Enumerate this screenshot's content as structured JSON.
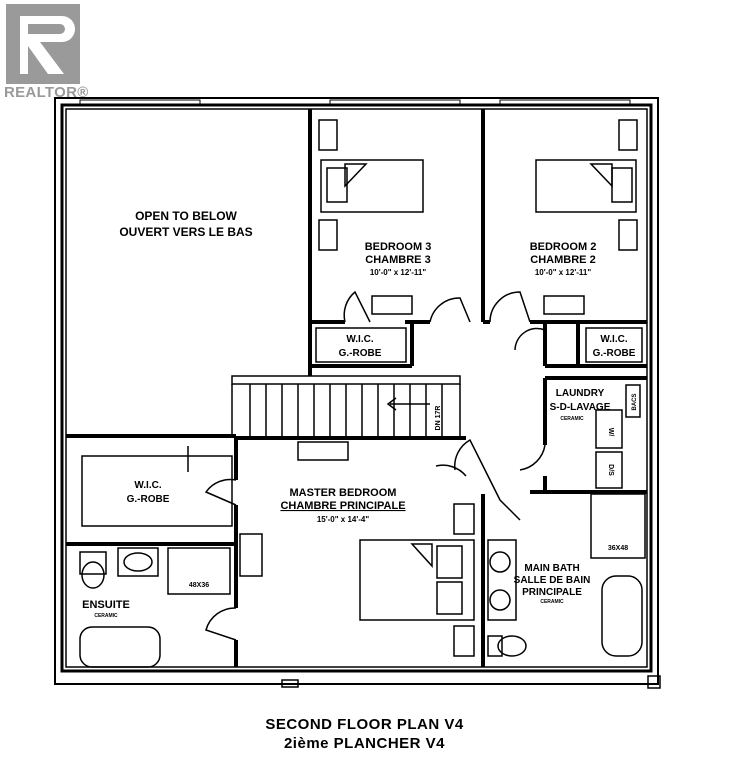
{
  "watermark": {
    "text": "REALTOR®",
    "color": "#9a9a9a"
  },
  "rooms": {
    "open_below": {
      "line1": "OPEN TO BELOW",
      "line2": "OUVERT VERS LE BAS"
    },
    "bedroom3": {
      "line1": "BEDROOM 3",
      "line2": "CHAMBRE 3",
      "dims": "10'-0\" x 12'-11\""
    },
    "bedroom2": {
      "line1": "BEDROOM 2",
      "line2": "CHAMBRE 2",
      "dims": "10'-0\" x 12'-11\""
    },
    "wic_bed3": {
      "line1": "W.I.C.",
      "line2": "G.-ROBE"
    },
    "wic_bed2": {
      "line1": "W.I.C.",
      "line2": "G.-ROBE"
    },
    "wic_master": {
      "line1": "W.I.C.",
      "line2": "G.-ROBE"
    },
    "laundry": {
      "line1": "LAUNDRY",
      "line2": "S-D-LAVAGE",
      "finish": "CERAMIC",
      "side": "BACS",
      "washer": "W/",
      "dryer": "D/S"
    },
    "master": {
      "line1": "MASTER BEDROOM",
      "line2": "CHAMBRE PRINCIPALE",
      "dims": "15'-0\" x 14'-4\""
    },
    "ensuite": {
      "line1": "ENSUITE",
      "finish": "CERAMIC",
      "shower": "48X36"
    },
    "main_bath": {
      "line1": "MAIN BATH",
      "line2": "SALLE DE BAIN",
      "line3": "PRINCIPALE",
      "finish": "CERAMIC",
      "shower": "36X48"
    },
    "stairs": {
      "label": "DN 17R"
    }
  },
  "title": {
    "line1": "SECOND FLOOR PLAN V4",
    "line2": "2ième PLANCHER V4"
  }
}
